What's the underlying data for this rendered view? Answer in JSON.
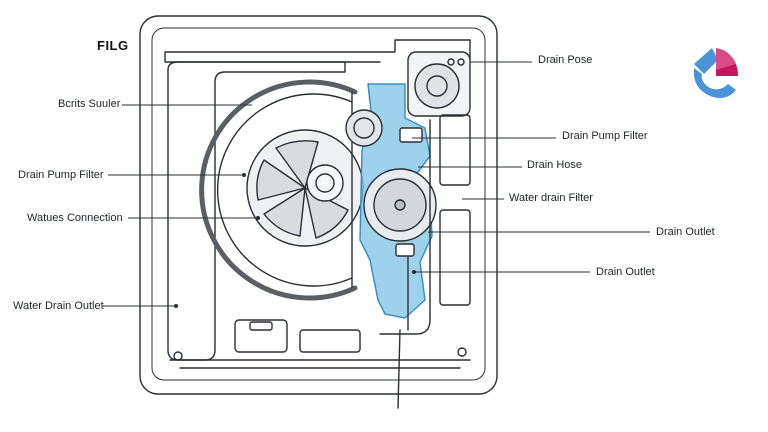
{
  "figure_label": "FILG",
  "labels_left": {
    "label_1": "Bcrits Suuler",
    "label_2": "Drain Pump Filter",
    "label_3": "Watues Connection",
    "label_4": "Water Drain Outlet"
  },
  "labels_right": {
    "label_1": "Drain Pose",
    "label_2": "Drain Pump Filter",
    "label_3": "Drain Hose",
    "label_4": "Water drain Filter",
    "label_5": "Drain Outlet",
    "label_6": "Drain Outlet"
  },
  "colors": {
    "line": "#2b2f33",
    "drain_blue": "#7ec3e6",
    "drain_blue_dark": "#3a8fc2",
    "logo_blue": "#4a93d6",
    "logo_magenta": "#c2185b"
  },
  "icons": {
    "logo": "logo-icon"
  }
}
